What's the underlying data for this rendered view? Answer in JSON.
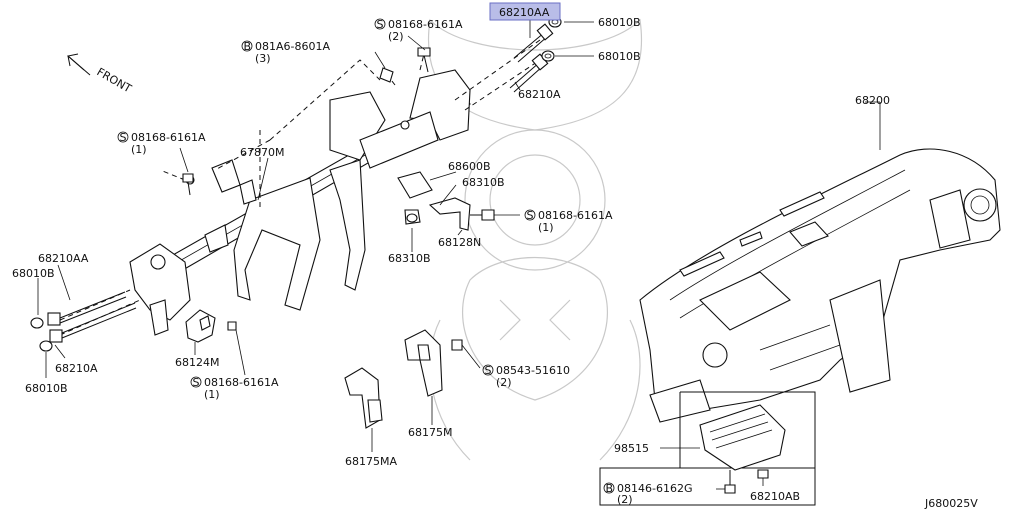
{
  "diagram_code": "J680025V",
  "front_label": "FRONT",
  "highlighted_part": "68210AA",
  "parts": {
    "p68210AA_top": "68210AA",
    "p68010B_1": "68010B",
    "p68010B_2": "68010B",
    "p68210A_top": "68210A",
    "p68200": "68200",
    "p67870M": "67870M",
    "p68600B": "68600B",
    "p68310B_a": "68310B",
    "p68310B_b": "68310B",
    "p68128N": "68128N",
    "p68210AA_left": "68210AA",
    "p68010B_left1": "68010B",
    "p68210A_left": "68210A",
    "p68010B_left2": "68010B",
    "p68124M": "68124M",
    "p68175M": "68175M",
    "p68175MA": "68175MA",
    "p98515": "98515",
    "p68210AB": "68210AB"
  },
  "fasteners": {
    "f1": {
      "symbol": "S",
      "code": "08168-6161A",
      "qty": "(2)"
    },
    "f2": {
      "symbol": "B",
      "code": "081A6-8601A",
      "qty": "(3)"
    },
    "f3": {
      "symbol": "S",
      "code": "08168-6161A",
      "qty": "(1)"
    },
    "f4": {
      "symbol": "S",
      "code": "08168-6161A",
      "qty": "(1)"
    },
    "f5": {
      "symbol": "S",
      "code": "08168-6161A",
      "qty": "(1)"
    },
    "f6": {
      "symbol": "S",
      "code": "08543-51610",
      "qty": "(2)"
    },
    "f7": {
      "symbol": "B",
      "code": "08146-6162G",
      "qty": "(2)"
    }
  }
}
